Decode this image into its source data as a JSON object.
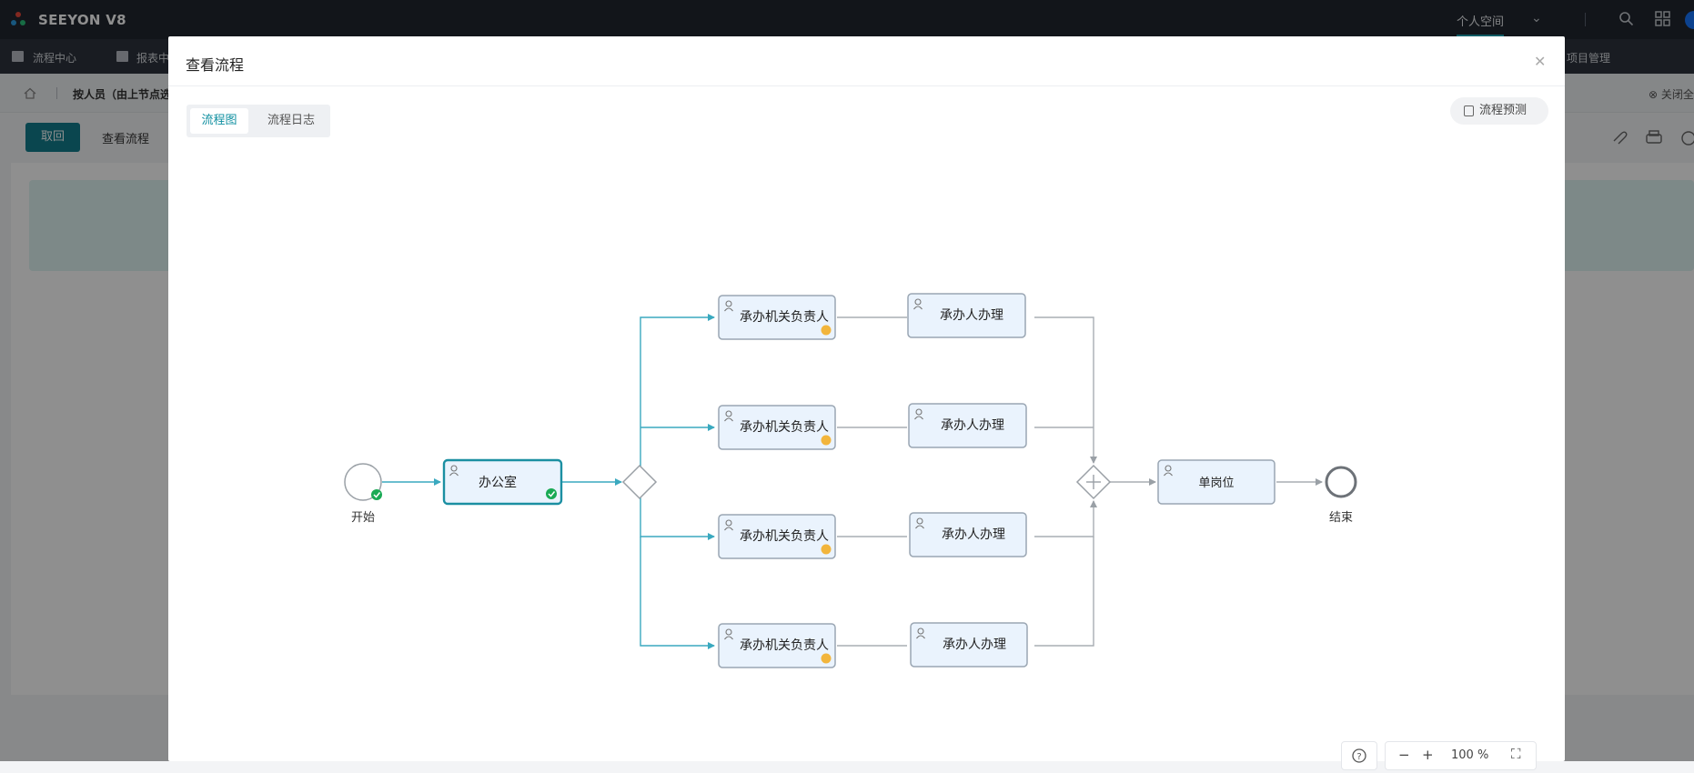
{
  "app": {
    "title": "SEEYON V8"
  },
  "topbar": {
    "personal_space": "个人空间"
  },
  "nav": {
    "items": [
      "流程中心",
      "报表中",
      "项目管理"
    ]
  },
  "breadcrumb": {
    "text": "按人员（由上节点选",
    "close_all": "关闭全"
  },
  "actions": {
    "recall": "取回",
    "view_flow": "查看流程"
  },
  "modal": {
    "title": "查看流程",
    "tabs": [
      "流程图",
      "流程日志"
    ],
    "active_tab": "流程图",
    "predict_button": "流程预测"
  },
  "flow": {
    "start": "开始",
    "office": "办公室",
    "branches": [
      {
        "responsible": "承办机关负责人",
        "handler": "承办人办理"
      },
      {
        "responsible": "承办机关负责人",
        "handler": "承办人办理"
      },
      {
        "responsible": "承办机关负责人",
        "handler": "承办人办理"
      },
      {
        "responsible": "承办机关负责人",
        "handler": "承办人办理"
      }
    ],
    "single_post": "单岗位",
    "end": "结束",
    "colors": {
      "active_line": "#3aa9bf",
      "inactive_line": "#a9adb3",
      "node_fill": "#eaf3fd",
      "node_stroke": "#9aa6b3",
      "done": "#1aaa55",
      "pending": "#f2b53c"
    }
  },
  "zoom": {
    "value": "100",
    "unit": "%"
  }
}
